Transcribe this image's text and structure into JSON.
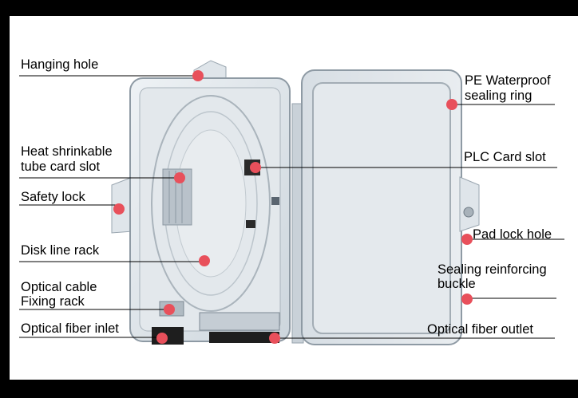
{
  "labels": {
    "hanging_hole": "Hanging hole",
    "heat_shrinkable_1": "Heat shrinkable",
    "heat_shrinkable_2": "tube card slot",
    "safety_lock": "Safety lock",
    "disk_line_rack": "Disk line rack",
    "optical_cable_1": "Optical cable",
    "optical_cable_2": "Fixing rack",
    "optical_fiber_inlet": "Optical fiber inlet",
    "pe_waterproof_1": "PE Waterproof",
    "pe_waterproof_2": "sealing ring",
    "plc_card_slot": "PLC Card slot",
    "pad_lock_hole": "Pad lock hole",
    "sealing_buckle_1": "Sealing reinforcing",
    "sealing_buckle_2": "buckle",
    "optical_fiber_outlet": "Optical fiber outlet"
  },
  "colors": {
    "marker": "#e8505b",
    "box_body": "#dfe5ea",
    "leader_line": "#000000"
  }
}
